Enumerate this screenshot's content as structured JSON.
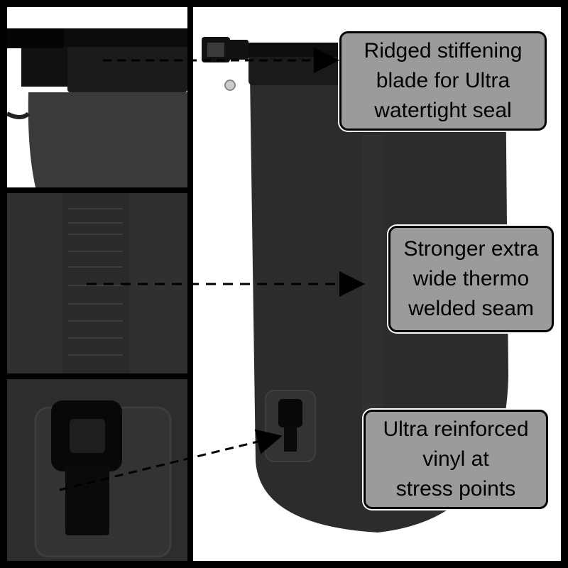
{
  "callouts": [
    {
      "lines": [
        "Ridged stiffening",
        "blade for Ultra",
        "watertight seal"
      ]
    },
    {
      "lines": [
        "Stronger extra",
        "wide thermo",
        "welded seam"
      ]
    },
    {
      "lines": [
        "Ultra reinforced",
        "vinyl at",
        "stress points"
      ]
    }
  ],
  "colors": {
    "background": "#000000",
    "bag": "#2c2c2c",
    "callout_fill": "#9b9b9b",
    "arrow": "#000000"
  },
  "icons": {
    "buckle": "buckle-icon",
    "d_ring": "d-ring-icon"
  }
}
